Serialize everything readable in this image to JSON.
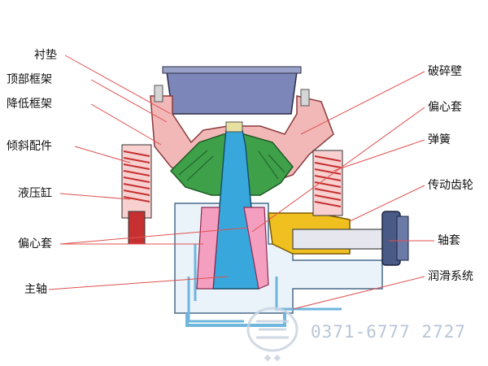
{
  "diagram": {
    "labels_left": [
      {
        "id": "lining",
        "text": "衬垫"
      },
      {
        "id": "top-frame",
        "text": "顶部框架"
      },
      {
        "id": "lower-frame",
        "text": "降低框架"
      },
      {
        "id": "tilt-fitting",
        "text": "倾斜配件"
      },
      {
        "id": "hydraulic-cylinder",
        "text": "液压缸"
      },
      {
        "id": "eccentric-sleeve-left",
        "text": "偏心套"
      },
      {
        "id": "main-shaft",
        "text": "主轴"
      }
    ],
    "labels_right": [
      {
        "id": "crushing-wall",
        "text": "破碎壁"
      },
      {
        "id": "eccentric-sleeve-right",
        "text": "偏心套"
      },
      {
        "id": "spring",
        "text": "弹簧"
      },
      {
        "id": "drive-gear",
        "text": "传动齿轮"
      },
      {
        "id": "shaft-sleeve",
        "text": "轴套"
      },
      {
        "id": "lubrication-system",
        "text": "润滑系统"
      }
    ],
    "watermark": {
      "phone": "0371-6777 2727"
    },
    "colors": {
      "leader": "#e05050",
      "hopper": "#7c86b8",
      "frame": "#f2b8b8",
      "cone": "#3fa04a",
      "shaft": "#38a8dc",
      "eccentric": "#f49fc0",
      "gear": "#f0c020",
      "spring": "#c63030",
      "base": "#6fb6dd"
    }
  }
}
